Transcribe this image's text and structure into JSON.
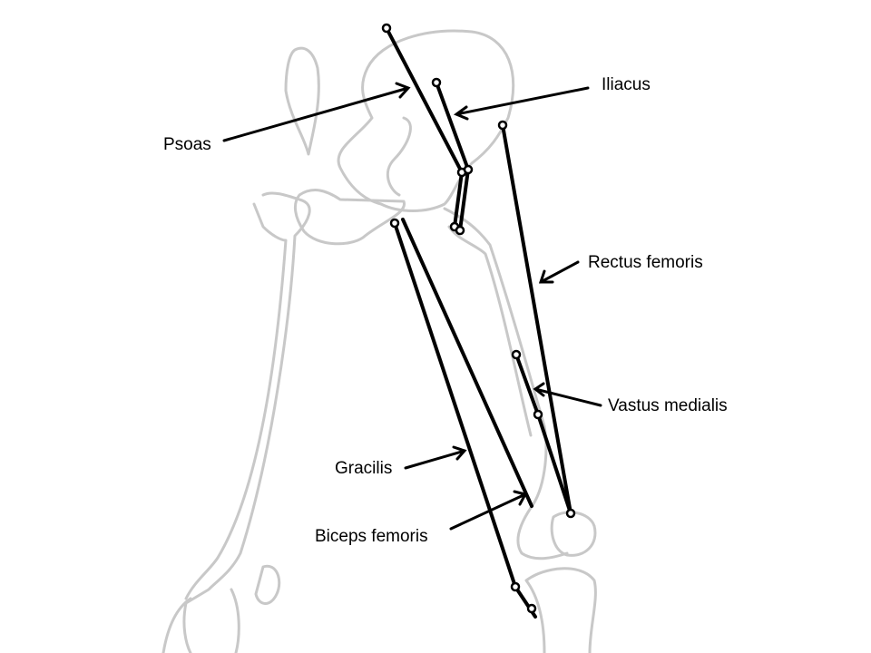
{
  "labels": {
    "psoas": "Psoas",
    "iliacus": "Iliacus",
    "rectus_femoris": "Rectus femoris",
    "vastus_medialis": "Vastus medialis",
    "gracilis": "Gracilis",
    "biceps_femoris": "Biceps femoris"
  },
  "colors": {
    "bone": "#c8c8c8",
    "muscle": "#000000"
  }
}
